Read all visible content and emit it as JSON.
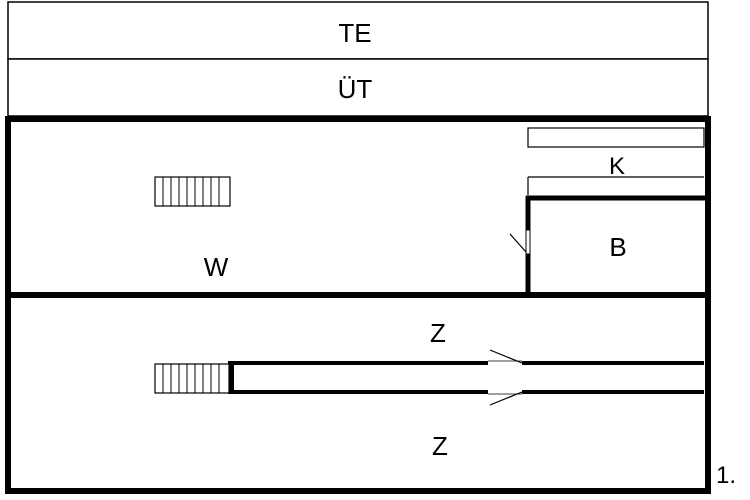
{
  "floor_plan": {
    "strips": {
      "top_label": "TE",
      "second_label": "ÜT"
    },
    "rooms": {
      "kitchen": "K",
      "bathroom": "B",
      "living": "W",
      "room_upper": "Z",
      "room_lower": "Z"
    },
    "floor_number": "1."
  }
}
